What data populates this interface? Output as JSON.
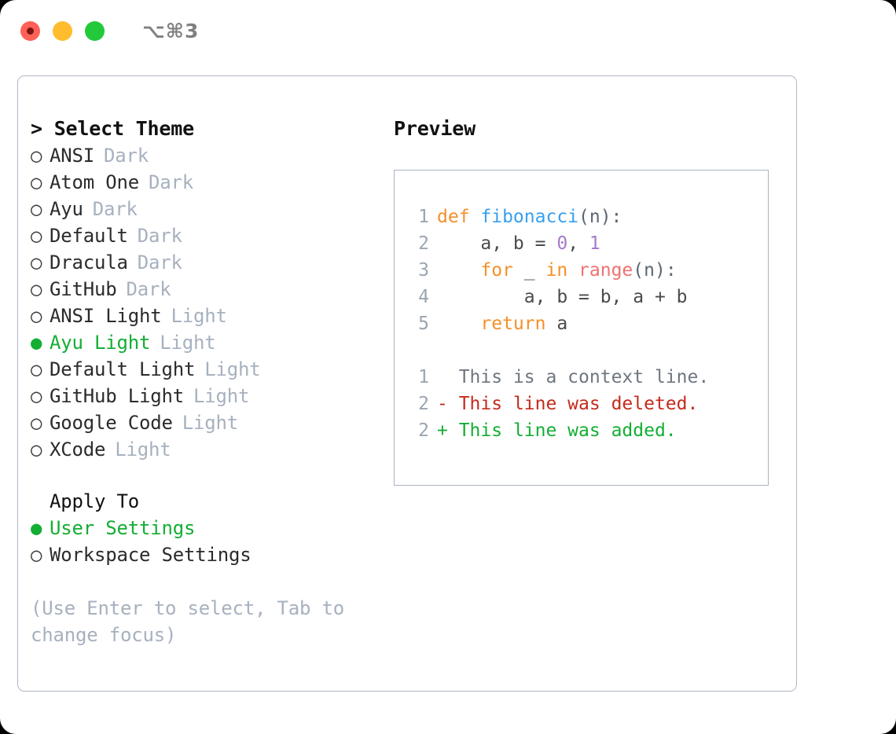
{
  "titlebar": {
    "shortcut": "⌥⌘3",
    "lights": [
      {
        "name": "close",
        "color": "#ff6058"
      },
      {
        "name": "minimize",
        "color": "#ffbd2e"
      },
      {
        "name": "maximize",
        "color": "#23c93b"
      }
    ]
  },
  "theme_list": {
    "header": "> Select Theme",
    "items": [
      {
        "marker": "○",
        "label": "ANSI",
        "tag": "Dark",
        "selected": false
      },
      {
        "marker": "○",
        "label": "Atom One",
        "tag": "Dark",
        "selected": false
      },
      {
        "marker": "○",
        "label": "Ayu",
        "tag": "Dark",
        "selected": false
      },
      {
        "marker": "○",
        "label": "Default",
        "tag": "Dark",
        "selected": false
      },
      {
        "marker": "○",
        "label": "Dracula",
        "tag": "Dark",
        "selected": false
      },
      {
        "marker": "○",
        "label": "GitHub",
        "tag": "Dark",
        "selected": false
      },
      {
        "marker": "○",
        "label": "ANSI Light",
        "tag": "Light",
        "selected": false
      },
      {
        "marker": "●",
        "label": "Ayu Light",
        "tag": "Light",
        "selected": true
      },
      {
        "marker": "○",
        "label": "Default Light",
        "tag": "Light",
        "selected": false
      },
      {
        "marker": "○",
        "label": "GitHub Light",
        "tag": "Light",
        "selected": false
      },
      {
        "marker": "○",
        "label": "Google Code",
        "tag": "Light",
        "selected": false
      },
      {
        "marker": "○",
        "label": "XCode",
        "tag": "Light",
        "selected": false
      }
    ]
  },
  "apply_to": {
    "header": "Apply To",
    "items": [
      {
        "marker": "●",
        "label": "User Settings",
        "selected": true
      },
      {
        "marker": "○",
        "label": "Workspace Settings",
        "selected": false
      }
    ]
  },
  "hint": "(Use Enter to select, Tab to change focus)",
  "preview": {
    "header": "Preview",
    "code_lines": [
      {
        "number": "1",
        "tokens": [
          {
            "text": "def ",
            "type": "kw"
          },
          {
            "text": "fibonacci",
            "type": "fn"
          },
          {
            "text": "(n):",
            "type": "pun"
          }
        ]
      },
      {
        "number": "2",
        "tokens": [
          {
            "text": "    a, b = ",
            "type": "txt"
          },
          {
            "text": "0",
            "type": "num"
          },
          {
            "text": ", ",
            "type": "txt"
          },
          {
            "text": "1",
            "type": "num"
          }
        ]
      },
      {
        "number": "3",
        "tokens": [
          {
            "text": "    ",
            "type": "txt"
          },
          {
            "text": "for",
            "type": "kw"
          },
          {
            "text": " _ ",
            "type": "txt"
          },
          {
            "text": "in",
            "type": "kw"
          },
          {
            "text": " ",
            "type": "txt"
          },
          {
            "text": "range",
            "type": "bi"
          },
          {
            "text": "(n):",
            "type": "pun"
          }
        ]
      },
      {
        "number": "4",
        "tokens": [
          {
            "text": "        a, b = b, a + b",
            "type": "txt"
          }
        ]
      },
      {
        "number": "5",
        "tokens": [
          {
            "text": "    ",
            "type": "txt"
          },
          {
            "text": "return",
            "type": "kw"
          },
          {
            "text": " a",
            "type": "txt"
          }
        ]
      }
    ],
    "diff_lines": [
      {
        "number": "1",
        "sign": " ",
        "text": " This is a context line.",
        "kind": "ctx"
      },
      {
        "number": "2",
        "sign": "-",
        "text": " This line was deleted.",
        "kind": "del"
      },
      {
        "number": "2",
        "sign": "+",
        "text": " This line was added.",
        "kind": "add"
      }
    ]
  },
  "colors": {
    "accent_green": "#14ae34",
    "muted": "#a7b1bf",
    "border": "#b0b8c4",
    "kw_orange": "#f59029",
    "fn_blue": "#38a0ef",
    "num_purple": "#a37acc",
    "builtin_red": "#f07171",
    "diff_del": "#c42b1c",
    "diff_add": "#14ae34"
  }
}
